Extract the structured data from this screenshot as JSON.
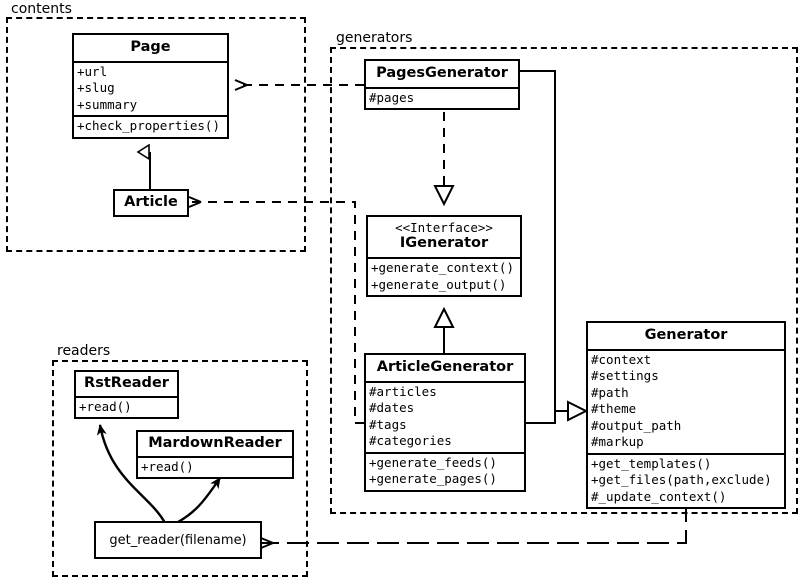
{
  "diagram": {
    "type": "uml-class-diagram",
    "packages": [
      {
        "id": "contents",
        "label": "contents"
      },
      {
        "id": "generators",
        "label": "generators"
      },
      {
        "id": "readers",
        "label": "readers"
      }
    ],
    "classes": [
      {
        "id": "page",
        "package": "contents",
        "stereotype": "",
        "name": "Page",
        "attributes": [
          "+url",
          "+slug",
          "+summary"
        ],
        "methods": [
          "+check_properties()"
        ]
      },
      {
        "id": "article",
        "package": "contents",
        "stereotype": "",
        "name": "Article",
        "attributes": [],
        "methods": []
      },
      {
        "id": "pages_generator",
        "package": "generators",
        "stereotype": "",
        "name": "PagesGenerator",
        "attributes": [
          "#pages"
        ],
        "methods": []
      },
      {
        "id": "igenerator",
        "package": "generators",
        "stereotype": "<<Interface>>",
        "name": "IGenerator",
        "attributes": [],
        "methods": [
          "+generate_context()",
          "+generate_output()"
        ]
      },
      {
        "id": "article_generator",
        "package": "generators",
        "stereotype": "",
        "name": "ArticleGenerator",
        "attributes": [
          "#articles",
          "#dates",
          "#tags",
          "#categories"
        ],
        "methods": [
          "+generate_feeds()",
          "+generate_pages()"
        ]
      },
      {
        "id": "generator",
        "package": "",
        "stereotype": "",
        "name": "Generator",
        "attributes": [
          "#context",
          "#settings",
          "#path",
          "#theme",
          "#output_path",
          "#markup"
        ],
        "methods": [
          "+get_templates()",
          "+get_files(path,exclude)",
          "#_update_context()"
        ]
      },
      {
        "id": "rst_reader",
        "package": "readers",
        "stereotype": "",
        "name": "RstReader",
        "attributes": [],
        "methods": [
          "+read()"
        ]
      },
      {
        "id": "markdown_reader",
        "package": "readers",
        "stereotype": "",
        "name": "MardownReader",
        "attributes": [],
        "methods": [
          "+read()"
        ]
      }
    ],
    "functions": [
      {
        "id": "get_reader",
        "package": "readers",
        "label": "get_reader(filename)"
      }
    ],
    "relations": [
      {
        "from": "article",
        "to": "page",
        "type": "generalization"
      },
      {
        "from": "pages_generator",
        "to": "page",
        "type": "dependency"
      },
      {
        "from": "article_generator",
        "to": "article",
        "type": "dependency"
      },
      {
        "from": "pages_generator",
        "to": "igenerator",
        "type": "realization"
      },
      {
        "from": "article_generator",
        "to": "igenerator",
        "type": "generalization"
      },
      {
        "from": "pages_generator",
        "to": "generator",
        "type": "generalization"
      },
      {
        "from": "article_generator",
        "to": "generator",
        "type": "generalization"
      },
      {
        "from": "generator",
        "to": "get_reader",
        "type": "dependency"
      },
      {
        "from": "get_reader",
        "to": "rst_reader",
        "type": "association"
      },
      {
        "from": "get_reader",
        "to": "markdown_reader",
        "type": "association"
      }
    ],
    "colors": {
      "line": "#000000",
      "fill": "#ffffff"
    }
  }
}
